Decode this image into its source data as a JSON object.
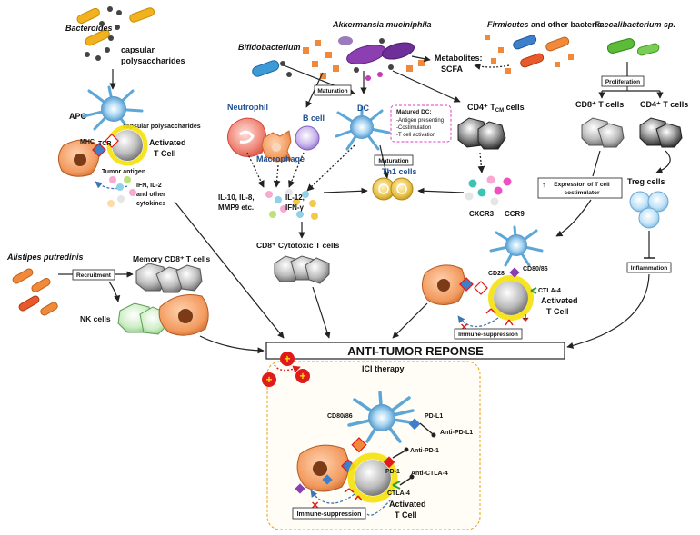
{
  "bacteria": {
    "bacteroides": "Bacteroides",
    "akkermansia": "Akkermansia muciniphila",
    "bifidobacterium": "Bifidobacterium",
    "firmicutes_italic": "Firmicutes",
    "firmicutes_rest": " and other bacteria",
    "faecalibacterium": "Faecalibacterium sp.",
    "alistipes": "Alistipes putredinis"
  },
  "labels": {
    "capsular_1": "capsular",
    "capsular_2": "polysaccharides",
    "apc": "APC",
    "capsular_small": "capsular polysaccharides",
    "mhc": "MHC",
    "tcr": "TCR",
    "activated_1": "Activated",
    "activated_2": "T Cell",
    "tumor_antigen": "Tumor antigen",
    "ifn_1": "IFN, IL-2",
    "ifn_2": "and other",
    "ifn_3": "cytokines",
    "metabolites_1": "Metabolites:",
    "metabolites_2": "SCFA",
    "maturation": "Maturation",
    "neutrophil": "Neutrophil",
    "b_cell": "B cell",
    "dc": "DC",
    "macrophage": "Macrophage",
    "matured_dc_title": "Matured DC:",
    "matured_dc_1": "-Antigen presenting",
    "matured_dc_2": "-Costimulation",
    "matured_dc_3": "-T cell activation",
    "maturation2": "Maturation",
    "th1": "Th1 cells",
    "il10_1": "IL-10, IL-8,",
    "il10_2": "MMP9 etc.",
    "il12_1": "IL-12,",
    "il12_2": "IFN-γ",
    "cd4_tcm": "CD4⁺ T",
    "cd4_tcm_sub": "CM",
    "cd4_tcm_end": " cells",
    "cxcr3": "CXCR3",
    "ccr9": "CCR9",
    "proliferation": "Proliferation",
    "cd8_t": "CD8⁺ T cells",
    "cd4_t": "CD4⁺ T cells",
    "expression_1": "Expression of T cell",
    "expression_2": "costimulator",
    "treg": "Treg cells",
    "inflammation": "Inflammation",
    "cd8_cytotoxic": "CD8⁺ Cytotoxic T cells",
    "memory_cd8": "Memory CD8⁺ T cells",
    "recruitment": "Recruitment",
    "nk_cells": "NK cells",
    "cd28": "CD28",
    "cd80_86": "CD80/86",
    "ctla4": "CTLA-4",
    "activated_r1": "Activated",
    "activated_r2": "T Cell",
    "immune_supp": "Immune-suppression",
    "anti_tumor": "ANTI-TUMOR REPONSE",
    "ici": "ICI therapy",
    "ici_cd80": "CD80/86",
    "pdl1": "PD-L1",
    "anti_pdl1": "Anti-PD-L1",
    "anti_pd1": "Anti-PD-1",
    "pd1": "PD-1",
    "anti_ctla4": "Anti-CTLA-4",
    "ici_ctla4": "CTLA-4",
    "ici_activated_1": "Activated",
    "ici_activated_2": "T Cell",
    "ici_immune_supp": "Immune-suppression"
  },
  "colors": {
    "accent_red": "#e01b1b",
    "yellow": "#f5e10a",
    "dc_blue": "#5aa7d8",
    "ici_border": "#e8a20c"
  }
}
